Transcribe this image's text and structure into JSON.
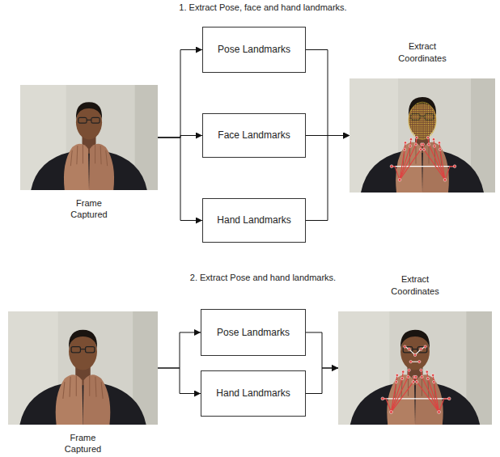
{
  "diagram": {
    "nodes": [
      {
        "text": [
          "Frame Captured"
        ]
      },
      {
        "text": [
          "Pose Landmarks"
        ]
      },
      {
        "text": [
          "Face Landmarks"
        ]
      },
      {
        "text": [
          "Hand Landmarks"
        ]
      },
      {
        "text": [
          "Extract Coordinates"
        ]
      },
      {
        "text": [
          "Frame Captured"
        ]
      },
      {
        "text": [
          "Pose Landmarks"
        ]
      },
      {
        "text": [
          "Hand Landmarks"
        ]
      },
      {
        "text": [
          "Extract Coordinates"
        ]
      }
    ],
    "edges": [
      {
        "from": 0,
        "to": 1,
        "arrow": "to"
      },
      {
        "from": 0,
        "to": 2,
        "arrow": "to"
      },
      {
        "from": 0,
        "to": 3,
        "arrow": "to"
      },
      {
        "from": 1,
        "to": 4,
        "arrow": "to"
      },
      {
        "from": 2,
        "to": 4,
        "arrow": "to"
      },
      {
        "from": 3,
        "to": 4,
        "arrow": "to"
      },
      {
        "from": 5,
        "to": 6,
        "arrow": "to"
      },
      {
        "from": 5,
        "to": 7,
        "arrow": "to"
      },
      {
        "from": 6,
        "to": 8,
        "arrow": "to"
      },
      {
        "from": 7,
        "to": 8,
        "arrow": "to"
      }
    ],
    "labels": [
      "1. Extract Pose, face and hand landmarks.",
      "2. Extract Pose and hand landmarks."
    ]
  }
}
